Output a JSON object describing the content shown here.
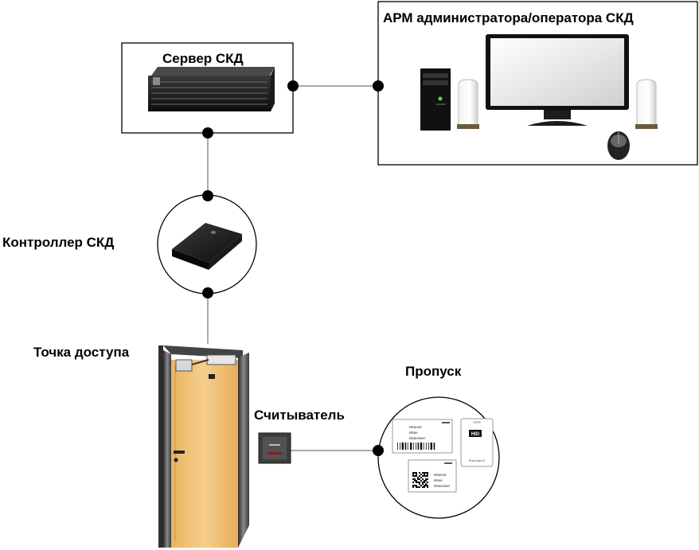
{
  "labels": {
    "server": "Сервер СКД",
    "workstation": "АРМ администратора/оператора СКД",
    "controller": "Контроллер СКД",
    "access_point": "Точка доступа",
    "reader": "Считыватель",
    "pass": "Пропуск"
  },
  "cards": {
    "card1_lines": [
      "Иванов",
      "Иван",
      "Иванович"
    ],
    "card2_lines": [
      "Иванов",
      "Иван",
      "Иванович"
    ],
    "hid_brand": "HID",
    "hid_model": "ProxCard II"
  },
  "colors": {
    "line": "#555555",
    "node": "#000000",
    "door_wood": "#f0c27b",
    "frame": "#444444"
  }
}
